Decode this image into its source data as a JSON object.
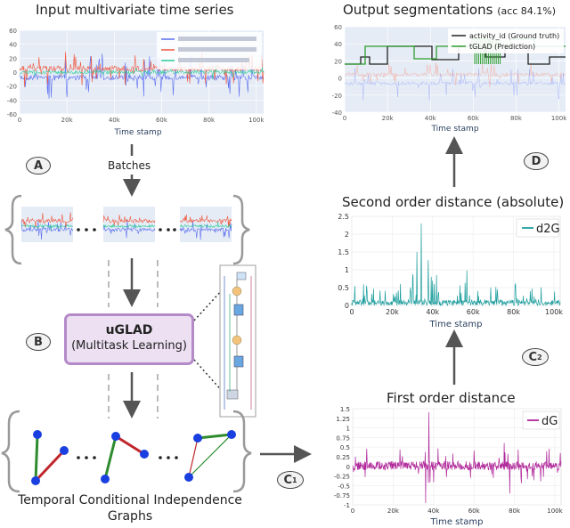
{
  "titles": {
    "input": "Input multivariate time series",
    "output": "Output segmentations",
    "output_acc": "(acc 84.1%)",
    "second_order": "Second order distance (absolute)",
    "first_order": "First order distance",
    "graphs_line1": "Temporal Conditional Independence",
    "graphs_line2": "Graphs"
  },
  "labels": {
    "batches": "Batches",
    "timestamp": "Time stamp"
  },
  "steps": {
    "A": "A",
    "B": "B",
    "C1": "C",
    "C1_sub": "1",
    "C2": "C",
    "C2_sub": "2",
    "D": "D"
  },
  "model": {
    "name": "uGLAD",
    "subtitle": "(Multitask Learning)"
  },
  "colors": {
    "blue_series": "#5b6cf0",
    "red_series": "#f0553b",
    "green_series": "#2bc99a",
    "plot_bg": "#e5ecf6",
    "teal": "#1f9e9e",
    "purple": "#b0279a",
    "ugl_border": "#b58ac9",
    "ugl_fill": "#ece0f2",
    "graph_red": "#c0272d",
    "graph_green": "#2e8b2e",
    "graph_node": "#1a3fe0"
  },
  "chart_data": [
    {
      "id": "input",
      "type": "line",
      "title": "Input multivariate time series",
      "xlabel": "Time stamp",
      "x_ticks": [
        "0",
        "20k",
        "40k",
        "60k",
        "80k",
        "100k"
      ],
      "y_ticks": [
        "60",
        "40",
        "20",
        "0",
        "-20",
        "-40",
        "-60"
      ],
      "xlim": [
        0,
        100000
      ],
      "ylim": [
        -60,
        60
      ],
      "legend_position": "top-right",
      "series": [
        {
          "name": "",
          "color": "#5b6cf0"
        },
        {
          "name": "",
          "color": "#f0553b"
        },
        {
          "name": "",
          "color": "#2bc99a"
        }
      ]
    },
    {
      "id": "output",
      "type": "line",
      "title": "Output segmentations",
      "xlabel": "Time stamp",
      "x_ticks": [
        "0",
        "20k",
        "40k",
        "60k",
        "80k",
        "100k"
      ],
      "y_ticks": [
        "60",
        "40",
        "20",
        "0",
        "-20",
        "-40"
      ],
      "xlim": [
        0,
        100000
      ],
      "ylim": [
        -40,
        60
      ],
      "legend_position": "top-right",
      "series": [
        {
          "name": "activity_id (Ground truth)",
          "color": "#222222"
        },
        {
          "name": "tGLAD (Prediction)",
          "color": "#2e9e2e"
        }
      ]
    },
    {
      "id": "second_order",
      "type": "line",
      "title": "Second order distance (absolute)",
      "xlabel": "Time stamp",
      "x_ticks": [
        "0",
        "20k",
        "40k",
        "60k",
        "80k",
        "100k"
      ],
      "y_ticks": [
        "2.5",
        "2",
        "1.5",
        "1",
        "0.5",
        "0"
      ],
      "xlim": [
        0,
        100000
      ],
      "ylim": [
        0,
        2.5
      ],
      "legend_position": "top-right",
      "series": [
        {
          "name": "d2G",
          "color": "#1f9e9e"
        }
      ]
    },
    {
      "id": "first_order",
      "type": "line",
      "title": "First order distance",
      "xlabel": "Time stamp",
      "x_ticks": [
        "0",
        "20k",
        "40k",
        "60k",
        "80k",
        "100k"
      ],
      "y_ticks": [
        "1.5",
        "1.25",
        "1",
        "0.75",
        "0.5",
        "0.25",
        "0",
        "-0.25",
        "-0.5",
        "-0.75",
        "-1"
      ],
      "xlim": [
        0,
        100000
      ],
      "ylim": [
        -1.1,
        1.6
      ],
      "legend_position": "top-right",
      "series": [
        {
          "name": "dG",
          "color": "#b0279a"
        }
      ]
    }
  ]
}
